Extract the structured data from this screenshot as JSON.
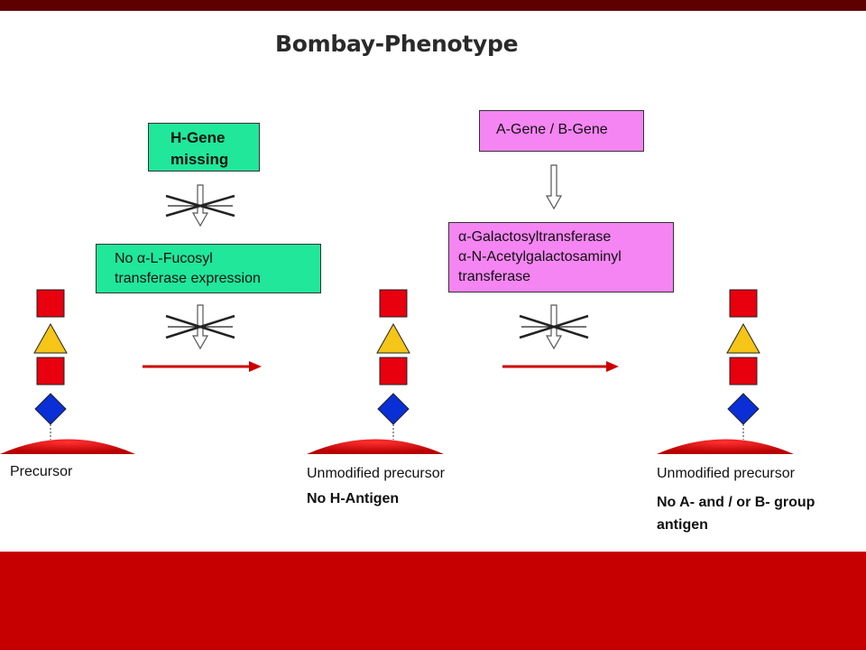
{
  "title": "Bombay-Phenotype",
  "boxes": {
    "h_gene": [
      "H-Gene",
      "missing"
    ],
    "no_fucosyl": [
      "No α-L-Fucosyl",
      "transferase expression"
    ],
    "ab_gene": "A-Gene / B-Gene",
    "transferases": [
      "α-Galactosyltransferase",
      "α-N-Acetylgalactosaminyl",
      "transferase"
    ]
  },
  "labels": {
    "precursor": "Precursor",
    "unmodified_1": "Unmodified precursor",
    "no_h_antigen": "No H-Antigen",
    "unmodified_2": "Unmodified precursor",
    "no_ab_antigen_1": "No A- and / or B- group",
    "no_ab_antigen_2": "antigen"
  },
  "colors": {
    "top_bar": "#5e0000",
    "footer": "#c60000",
    "green_box": "#20e79a",
    "pink_box": "#f585f2",
    "square": "#e8000f",
    "triangle": "#f5c518",
    "diamond": "#0a2fd6",
    "membrane": "#d40000",
    "arrow": "#cc0000"
  }
}
